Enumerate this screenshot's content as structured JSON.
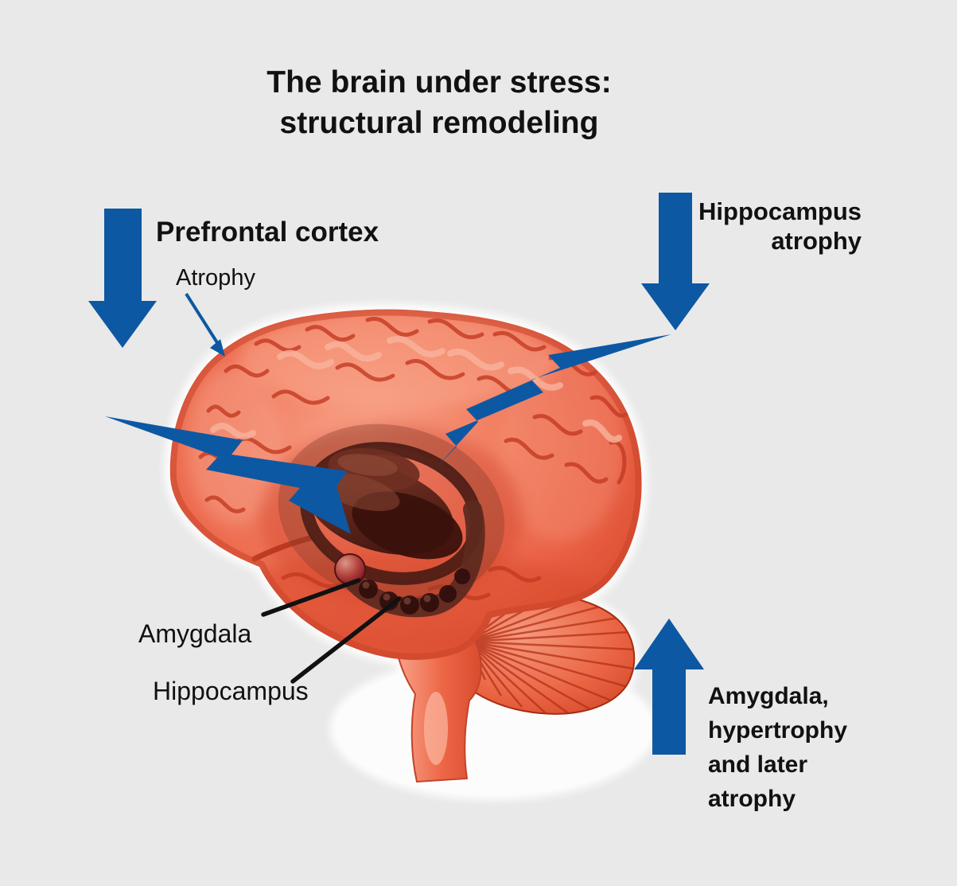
{
  "title": "The brain under stress:\nstructural remodeling",
  "labels": {
    "prefrontal_cortex": "Prefrontal cortex",
    "prefrontal_sub": "Atrophy",
    "hippocampus_atrophy": "Hippocampus\natrophy",
    "amygdala_hypertrophy": "Amygdala,\nhypertrophy\nand later\natrophy",
    "amygdala_structure": "Amygdala",
    "hippocampus_structure": "Hippocampus"
  },
  "icons": {
    "prefrontal_arrow": "down-arrow-icon",
    "hippocampus_arrow": "down-arrow-icon",
    "amygdala_arrow": "up-arrow-icon",
    "atrophy_pointer": "thin-arrow-icon",
    "stress_left": "lightning-bolt-icon",
    "stress_right": "lightning-bolt-icon"
  },
  "colors": {
    "accent_blue": "#0d58a3",
    "background": "#e9e9e9",
    "text": "#111111",
    "brain_red": "#ee6950",
    "brain_highlight": "#f8a58c",
    "brain_crease": "#c43a22",
    "limbic_dark": "#4b1c15",
    "leader_line": "#111111",
    "cutout_white": "#ffffff"
  }
}
